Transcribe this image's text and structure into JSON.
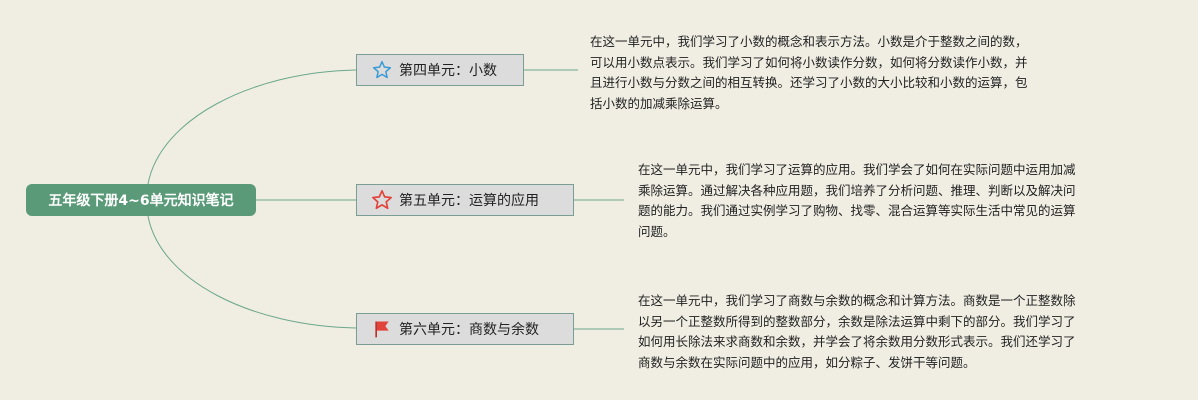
{
  "root": {
    "label": "五年级下册4~6单元知识笔记"
  },
  "branches": [
    {
      "label": "第四单元：小数",
      "icon": "star-outline-icon",
      "icon_color": "#3a9bd5",
      "note_lines": [
        "在这一单元中，我们学习了小数的概念和表示方法。小数是介于整数之间的数，",
        "可以用小数点表示。我们学习了如何将小数读作分数，如何将分数读作小数，并",
        "且进行小数与分数之间的相互转换。还学习了小数的大小比较和小数的运算，包",
        "括小数的加减乘除运算。"
      ]
    },
    {
      "label": "第五单元：运算的应用",
      "icon": "star-outline-icon",
      "icon_color": "#e0443a",
      "note_lines": [
        "在这一单元中，我们学习了运算的应用。我们学会了如何在实际问题中运用加减",
        "乘除运算。通过解决各种应用题，我们培养了分析问题、推理、判断以及解决问",
        "题的能力。我们通过实例学习了购物、找零、混合运算等实际生活中常见的运算",
        "问题。"
      ]
    },
    {
      "label": "第六单元：商数与余数",
      "icon": "flag-icon",
      "icon_color": "#e0443a",
      "note_lines": [
        "在这一单元中，我们学习了商数与余数的概念和计算方法。商数是一个正整数除",
        "以另一个正整数所得到的整数部分，余数是除法运算中剩下的部分。我们学习了",
        "如何用长除法来求商数和余数，并学会了将余数用分数形式表示。我们还学习了",
        "商数与余数在实际问题中的应用，如分粽子、发饼干等问题。"
      ]
    }
  ],
  "colors": {
    "background": "#f0ede3",
    "root_fill": "#5a9a78",
    "branch_fill": "#dcdcdc",
    "branch_border": "#7a9e96",
    "connector": "#6aa88a"
  }
}
